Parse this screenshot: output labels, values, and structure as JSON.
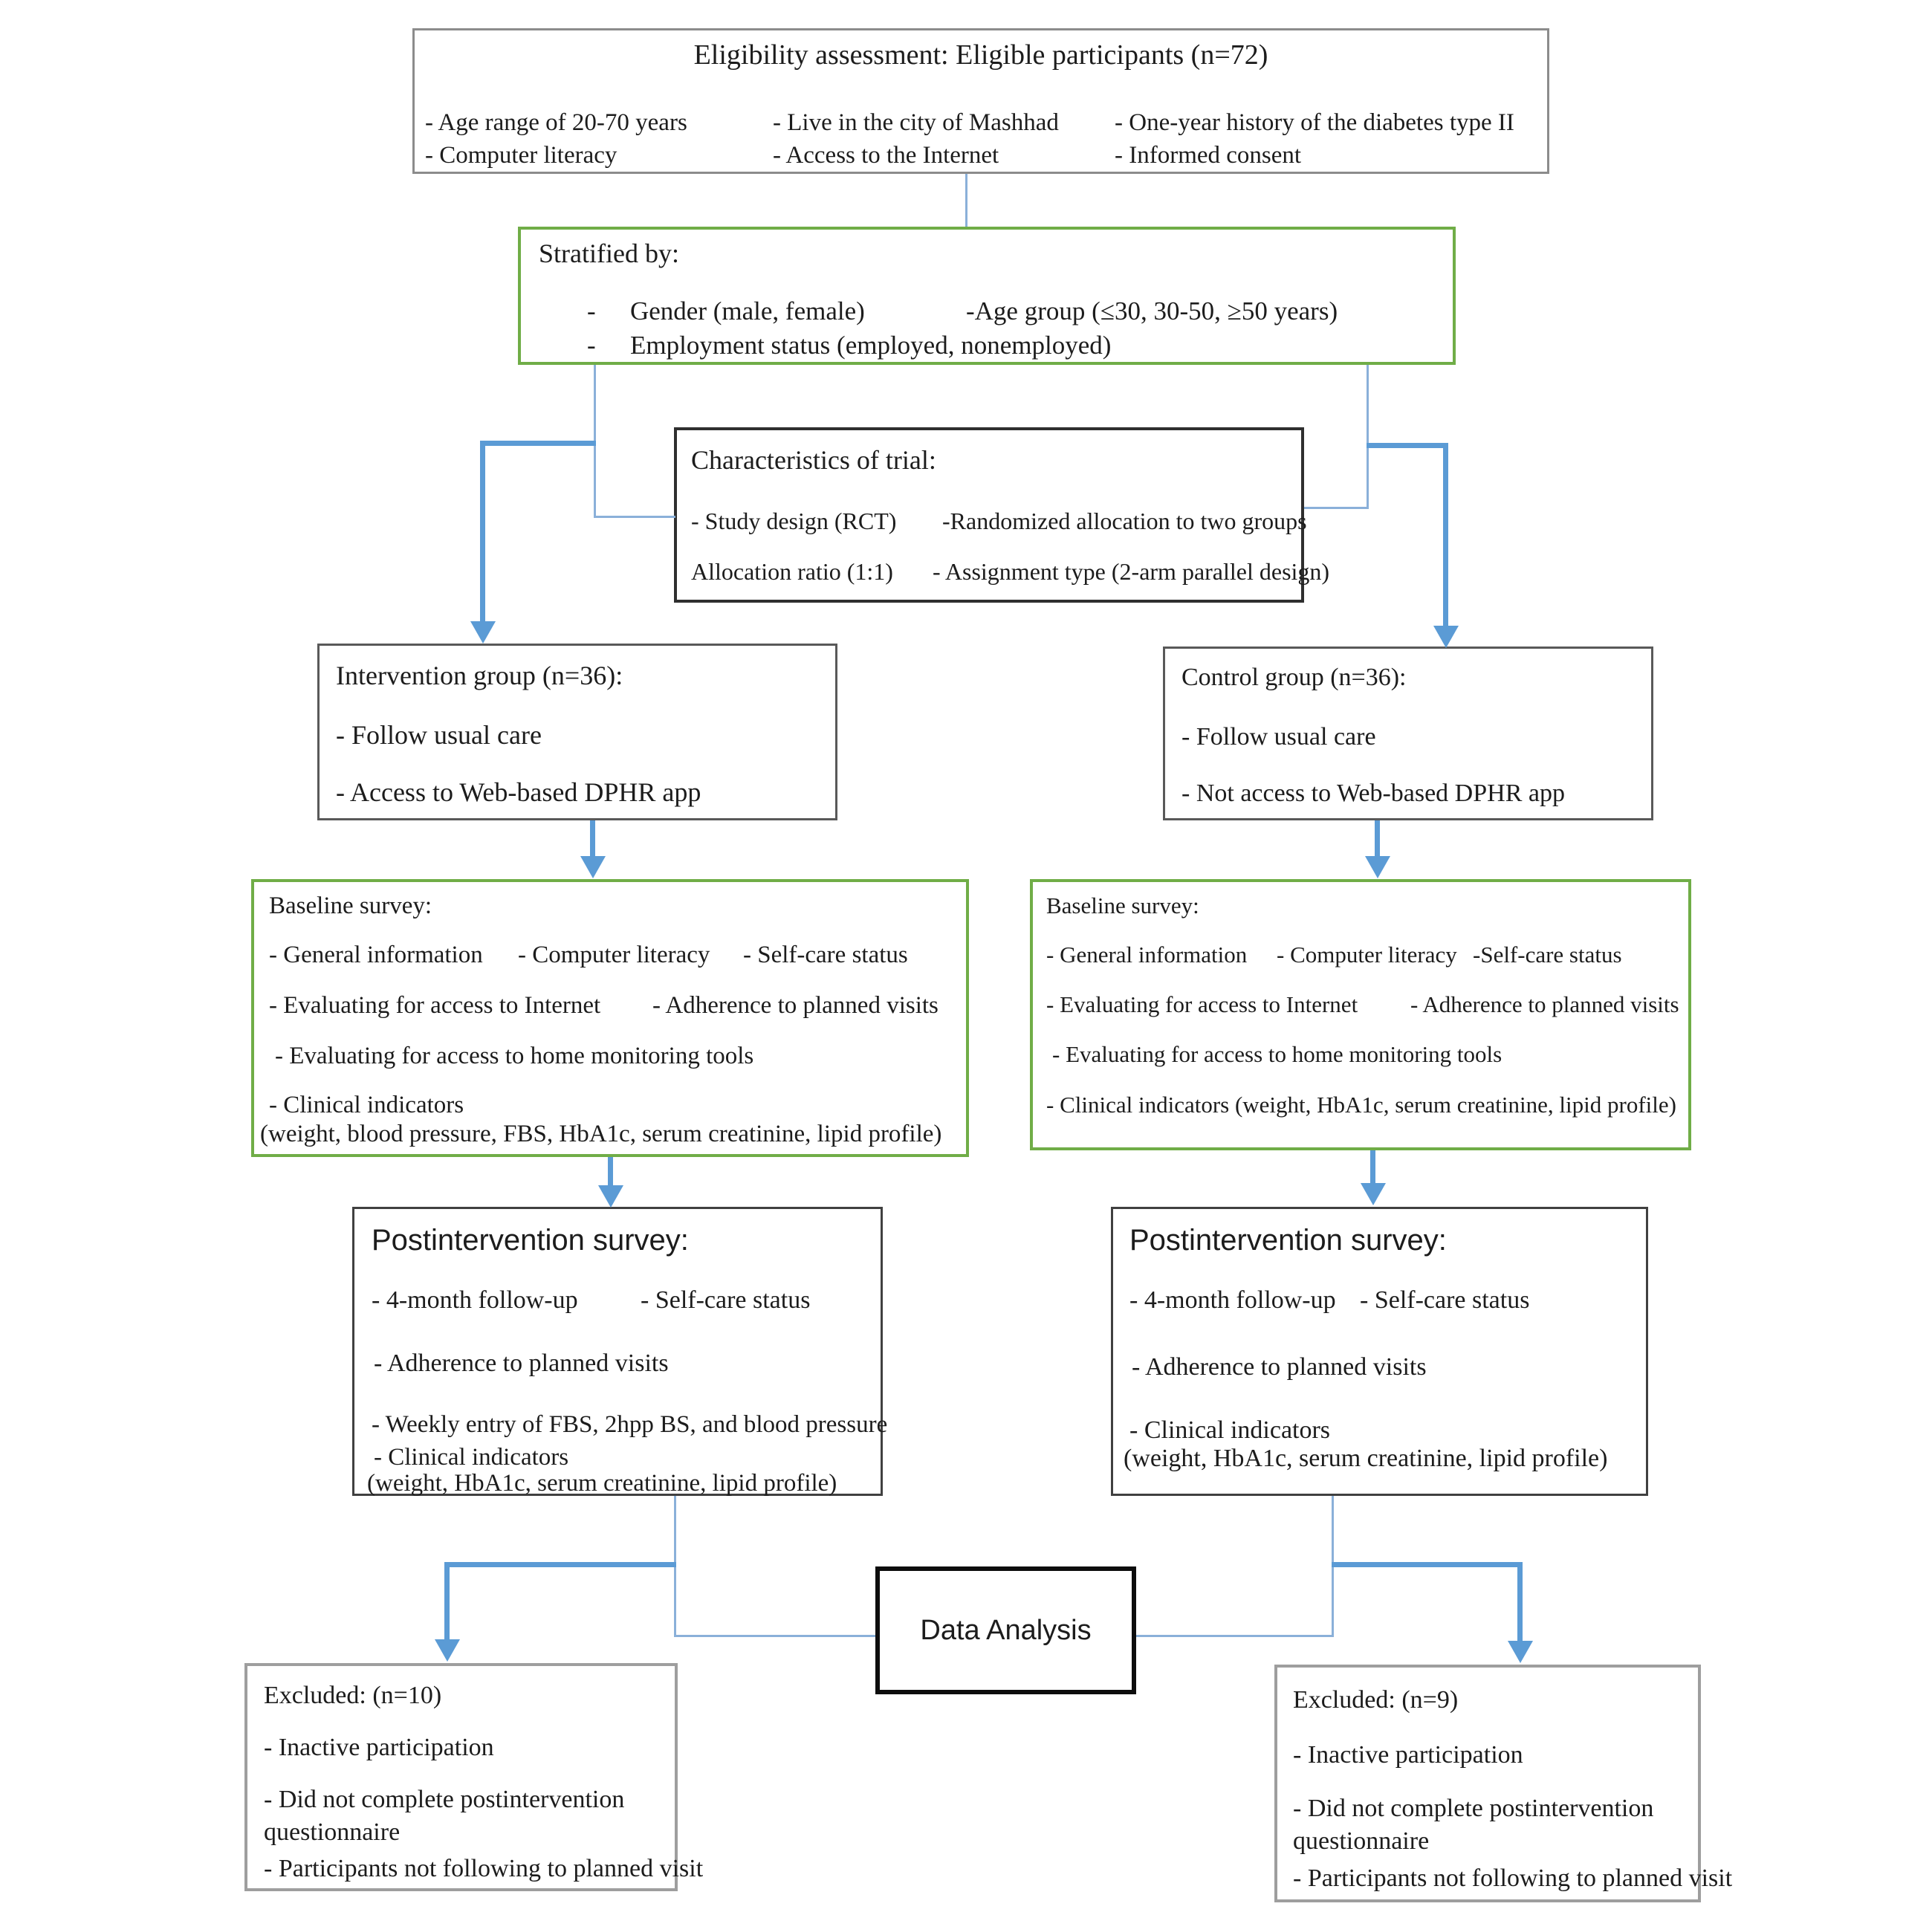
{
  "figure_type": "clinical-trial-flow-diagram",
  "colors": {
    "arrow_blue": "#5b9bd5",
    "thin_line_blue": "#8ab0d9",
    "green_border": "#70ad47",
    "gray_border": "#8c8c8c",
    "dark_border": "#2f2f2f",
    "black_border": "#0d0d0d",
    "text": "#1c1c1c"
  },
  "eligibility": {
    "title": "Eligibility assessment: Eligible participants (n=72)",
    "rows": [
      [
        "- Age range of 20-70 years",
        "- Live in the city of Mashhad",
        "- One-year history of the diabetes type II"
      ],
      [
        "- Computer literacy",
        "- Access to the Internet",
        "- Informed consent"
      ]
    ]
  },
  "stratified": {
    "title": "Stratified by:",
    "bullet": "-",
    "line1_left": "Gender (male, female)",
    "line1_right": "-Age group (≤30, 30-50, ≥50 years)",
    "line2": "Employment status (employed, nonemployed)"
  },
  "characteristics": {
    "title": "Characteristics of trial:",
    "line1_left": "- Study design (RCT)",
    "line1_right": "-Randomized allocation to two groups",
    "line2_left": "Allocation ratio (1:1)",
    "line2_right": "- Assignment type (2-arm parallel design)"
  },
  "intervention": {
    "title": "Intervention group (n=36):",
    "items": [
      "- Follow usual care",
      "- Access to Web-based DPHR app"
    ]
  },
  "control": {
    "title": "Control group (n=36):",
    "items": [
      "- Follow usual care",
      "- Not access to Web-based DPHR app"
    ]
  },
  "baseline_left": {
    "title": "Baseline survey:",
    "row1": [
      "- General information",
      "- Computer literacy",
      "- Self-care status"
    ],
    "row2": [
      "- Evaluating for access to Internet",
      "- Adherence to planned visits"
    ],
    "row3": "- Evaluating for access to home monitoring tools",
    "row4": "- Clinical indicators",
    "row5": "(weight, blood pressure, FBS, HbA1c, serum creatinine, lipid profile)"
  },
  "baseline_right": {
    "title": "Baseline survey:",
    "row1": [
      "- General information",
      "- Computer literacy",
      "-Self-care status"
    ],
    "row2": [
      "- Evaluating for access to Internet",
      "- Adherence to planned visits"
    ],
    "row3": "- Evaluating for access to home monitoring tools",
    "row4": "- Clinical indicators (weight, HbA1c, serum creatinine, lipid profile)"
  },
  "post_left": {
    "title": "Postintervention survey:",
    "row1": [
      "- 4-month follow-up",
      "- Self-care status"
    ],
    "row2": "- Adherence to planned visits",
    "row3": "- Weekly entry of FBS, 2hpp BS, and blood pressure",
    "row4": "- Clinical indicators",
    "row5": "(weight, HbA1c, serum creatinine, lipid profile)"
  },
  "post_right": {
    "title": "Postintervention survey:",
    "row1": [
      "- 4-month follow-up",
      "- Self-care status"
    ],
    "row2": "- Adherence to planned visits",
    "row3": "- Clinical indicators",
    "row4": "(weight, HbA1c, serum creatinine, lipid profile)"
  },
  "data_analysis": {
    "label": "Data Analysis"
  },
  "excluded_left": {
    "title": "Excluded: (n=10)",
    "items": [
      "- Inactive participation",
      "- Did not complete postintervention questionnaire",
      "- Participants not following to planned visit"
    ]
  },
  "excluded_right": {
    "title": "Excluded: (n=9)",
    "items": [
      "- Inactive participation",
      "- Did not complete postintervention questionnaire",
      "- Participants not following to planned visit"
    ]
  }
}
